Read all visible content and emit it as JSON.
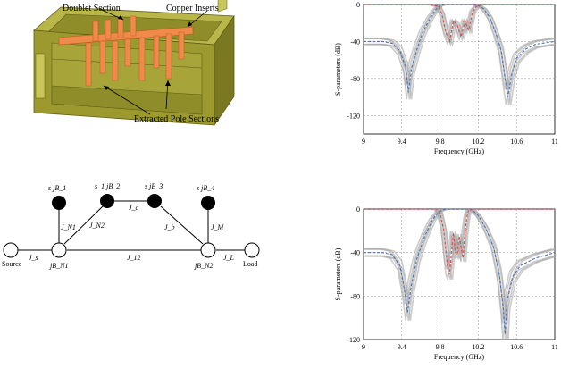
{
  "filter_model": {
    "labels": {
      "doublet": "Doublet Section",
      "copper": "Copper Inserts",
      "extracted": "Extracted Pole Sections"
    },
    "colors": {
      "housing": "#9c9a2e",
      "housing_dark": "#7a7820",
      "housing_light": "#b9b64a",
      "insert": "#f08a4b",
      "insert_dark": "#d06a2e"
    }
  },
  "coupling_diagram": {
    "nodes": {
      "source": "Source",
      "load": "Load",
      "n1": "jB_N1",
      "n2": "jB_N2",
      "r1": "s jB_1",
      "r2": "s_1 jB_2",
      "r3": "s jB_3",
      "r4": "s jB_4"
    },
    "couplings": {
      "j_s": "J_s",
      "j_l": "J_L",
      "j_12": "J_12",
      "j_n1": "J_N1",
      "j_n2": "J_N2",
      "j_a": "J_a",
      "j_b": "J_b",
      "j_m": "J_M"
    }
  },
  "chart_data": [
    {
      "type": "line",
      "xlabel": "Frequency (GHz)",
      "ylabel": "S-parameters (dB)",
      "xlim": [
        9,
        11
      ],
      "ylim": [
        -140,
        0
      ],
      "xticks": [
        "9",
        "9.4",
        "9.8",
        "10.2",
        "10.6",
        "11"
      ],
      "yticks": [
        "0",
        "-40",
        "-80",
        "-120"
      ],
      "grid": true,
      "series": [
        {
          "role": "S21 nominal",
          "color": "#4a6fb5",
          "style": "dashed",
          "x": [
            9.0,
            9.2,
            9.3,
            9.38,
            9.44,
            9.47,
            9.5,
            9.56,
            9.62,
            9.7,
            9.76,
            9.8,
            9.85,
            10.15,
            10.2,
            10.26,
            10.32,
            10.38,
            10.44,
            10.48,
            10.51,
            10.55,
            10.6,
            10.7,
            10.8,
            11.0
          ],
          "y": [
            -40,
            -40,
            -42,
            -50,
            -68,
            -95,
            -70,
            -48,
            -30,
            -14,
            -5,
            -1,
            0,
            0,
            -1,
            -5,
            -14,
            -30,
            -50,
            -80,
            -100,
            -75,
            -58,
            -48,
            -43,
            -40
          ]
        },
        {
          "role": "S11 nominal",
          "color": "#d94a4a",
          "style": "dashed",
          "x": [
            9.0,
            9.7,
            9.78,
            9.82,
            9.86,
            9.9,
            9.94,
            9.98,
            10.02,
            10.06,
            10.1,
            10.14,
            10.18,
            10.24,
            11.0
          ],
          "y": [
            0,
            0,
            -2,
            -10,
            -30,
            -40,
            -18,
            -22,
            -35,
            -18,
            -28,
            -8,
            -2,
            0,
            0
          ]
        }
      ]
    },
    {
      "type": "line",
      "xlabel": "Frequency (GHz)",
      "ylabel": "S-parameters (dB)",
      "xlim": [
        9,
        11
      ],
      "ylim": [
        -120,
        0
      ],
      "xticks": [
        "9",
        "9.4",
        "9.8",
        "10.2",
        "10.6",
        "11"
      ],
      "yticks": [
        "0",
        "-40",
        "-80",
        "-120"
      ],
      "grid": true,
      "series": [
        {
          "role": "S21 nominal",
          "color": "#4a6fb5",
          "style": "dashed",
          "x": [
            9.0,
            9.2,
            9.3,
            9.38,
            9.43,
            9.46,
            9.5,
            9.56,
            9.64,
            9.72,
            9.78,
            9.82,
            9.86,
            10.1,
            10.14,
            10.2,
            10.28,
            10.36,
            10.42,
            10.46,
            10.48,
            10.5,
            10.56,
            10.64,
            10.8,
            11.0
          ],
          "y": [
            -40,
            -40,
            -42,
            -52,
            -75,
            -95,
            -70,
            -45,
            -25,
            -10,
            -3,
            -1,
            0,
            0,
            -1,
            -6,
            -18,
            -35,
            -60,
            -90,
            -115,
            -85,
            -62,
            -52,
            -45,
            -40
          ]
        },
        {
          "role": "S11 nominal",
          "color": "#d94a4a",
          "style": "dashed",
          "x": [
            9.0,
            9.76,
            9.8,
            9.84,
            9.88,
            9.9,
            9.92,
            9.94,
            9.96,
            9.98,
            10.0,
            10.02,
            10.04,
            10.06,
            10.08,
            10.1,
            11.0
          ],
          "y": [
            0,
            0,
            -4,
            -20,
            -55,
            -60,
            -40,
            -22,
            -40,
            -42,
            -25,
            -35,
            -45,
            -22,
            -8,
            0,
            0
          ]
        }
      ]
    }
  ]
}
